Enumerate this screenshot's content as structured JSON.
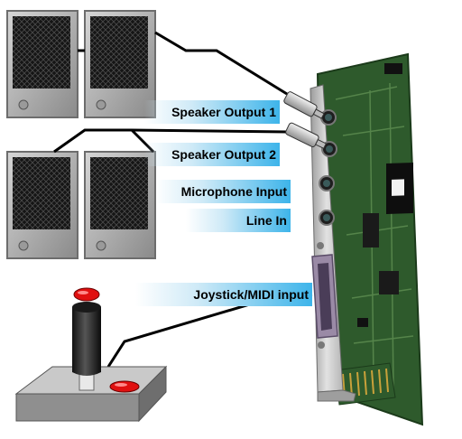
{
  "labels": {
    "speaker_output_1": "Speaker Output 1",
    "speaker_output_2": "Speaker Output 2",
    "microphone_input": "Microphone Input",
    "line_in": "Line In",
    "joystick_midi_input": "Joystick/MIDI input"
  },
  "colors": {
    "label_fade_start": "#ffffff",
    "label_fade_end": "#3db4ea",
    "pcb_green": "#2e5a2c",
    "bracket_gray": "#c8c8c8",
    "speaker_frame": "#a9a9a9",
    "speaker_grille": "#1b1b1b",
    "joystick_button": "#e01010",
    "cable": "#000000"
  }
}
